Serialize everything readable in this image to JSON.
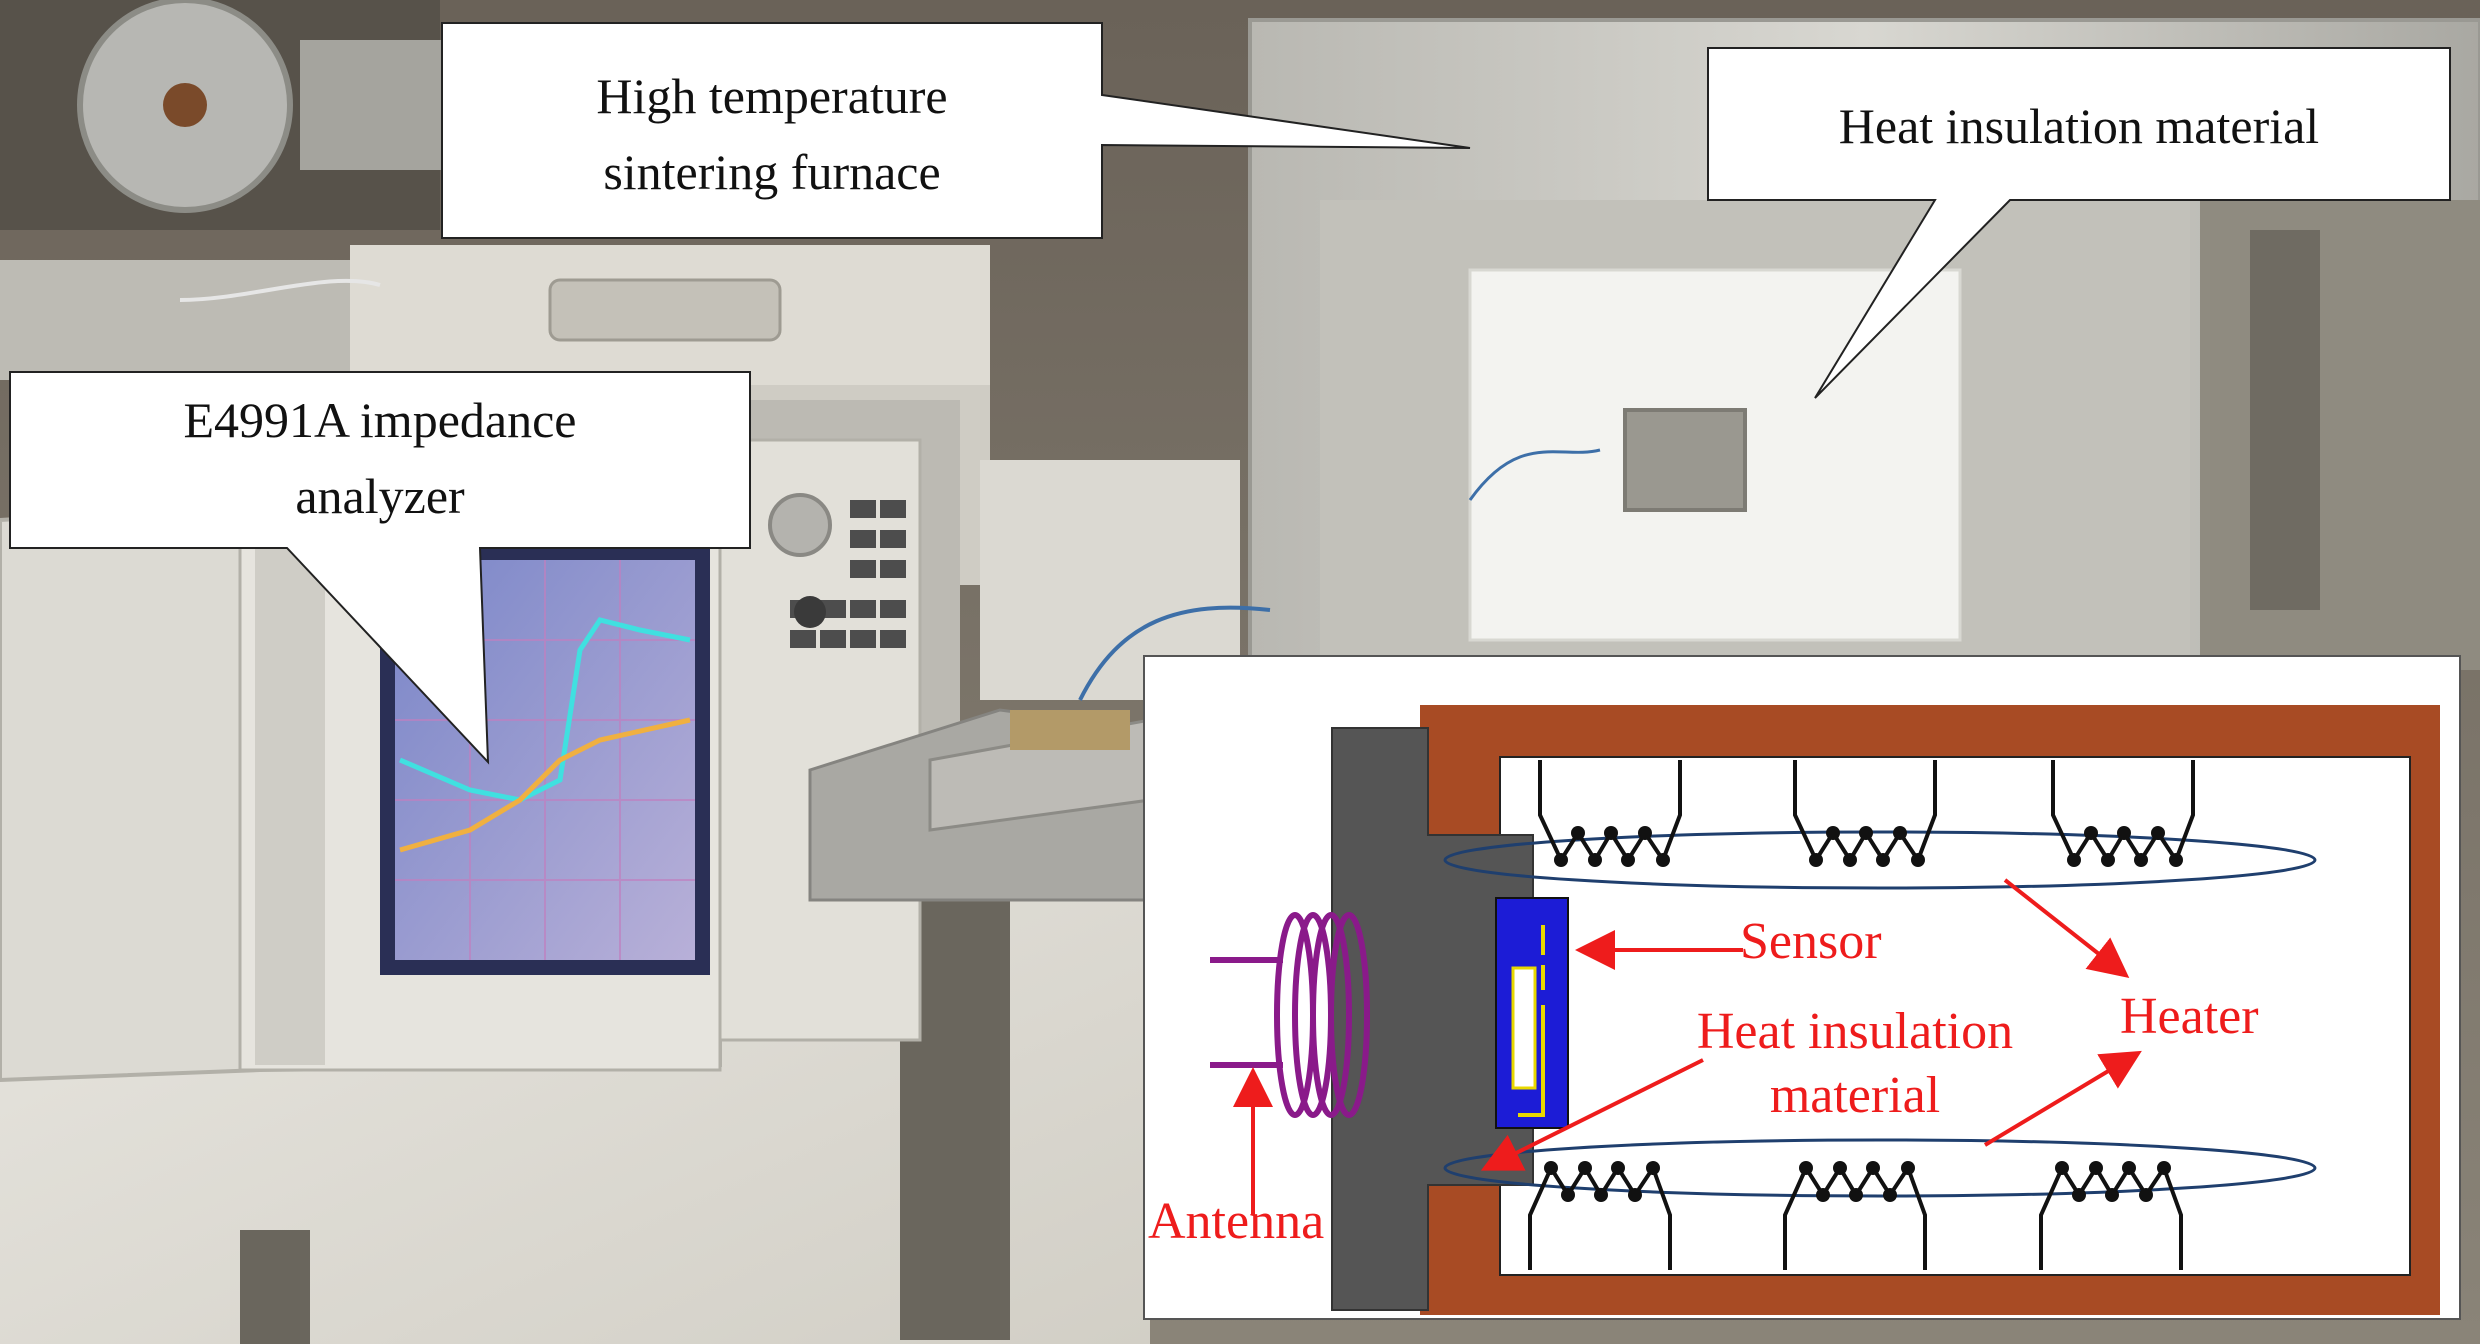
{
  "callouts": {
    "furnace": "High temperature\nsintering furnace",
    "insulation_top": "Heat insulation material",
    "analyzer": "E4991A impedance\nanalyzer"
  },
  "schematic": {
    "sensor": "Sensor",
    "heat_insulation": "Heat insulation\nmaterial",
    "heater": "Heater",
    "antenna": "Antenna"
  },
  "colors": {
    "furnace_shell": "#a84b24",
    "door_block": "#555555",
    "sensor_body": "#1c1cd6",
    "sensor_trace": "#e8d800",
    "coil": "#8a1a8a",
    "heater_ellipse": "#1f3f6e",
    "arrow": "#ee1c1c",
    "label_text": "#ee1c1c"
  }
}
